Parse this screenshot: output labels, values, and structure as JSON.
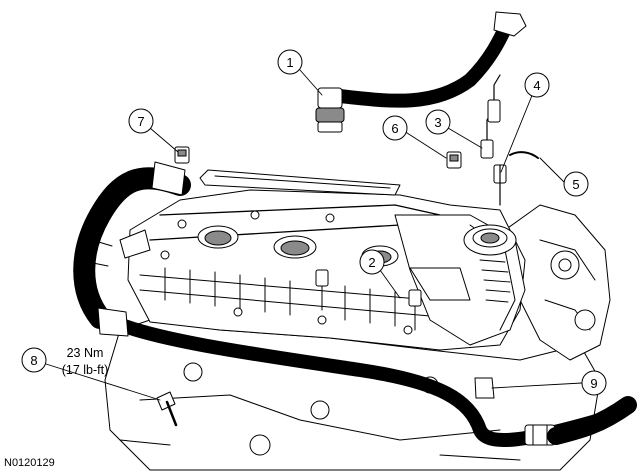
{
  "figure_id": "N0120129",
  "torque_note": {
    "metric": "23 Nm",
    "imperial": "(17 lb-ft)"
  },
  "callouts": [
    {
      "number": "1"
    },
    {
      "number": "2"
    },
    {
      "number": "3"
    },
    {
      "number": "4"
    },
    {
      "number": "5"
    },
    {
      "number": "6"
    },
    {
      "number": "7"
    },
    {
      "number": "8"
    },
    {
      "number": "9"
    }
  ]
}
